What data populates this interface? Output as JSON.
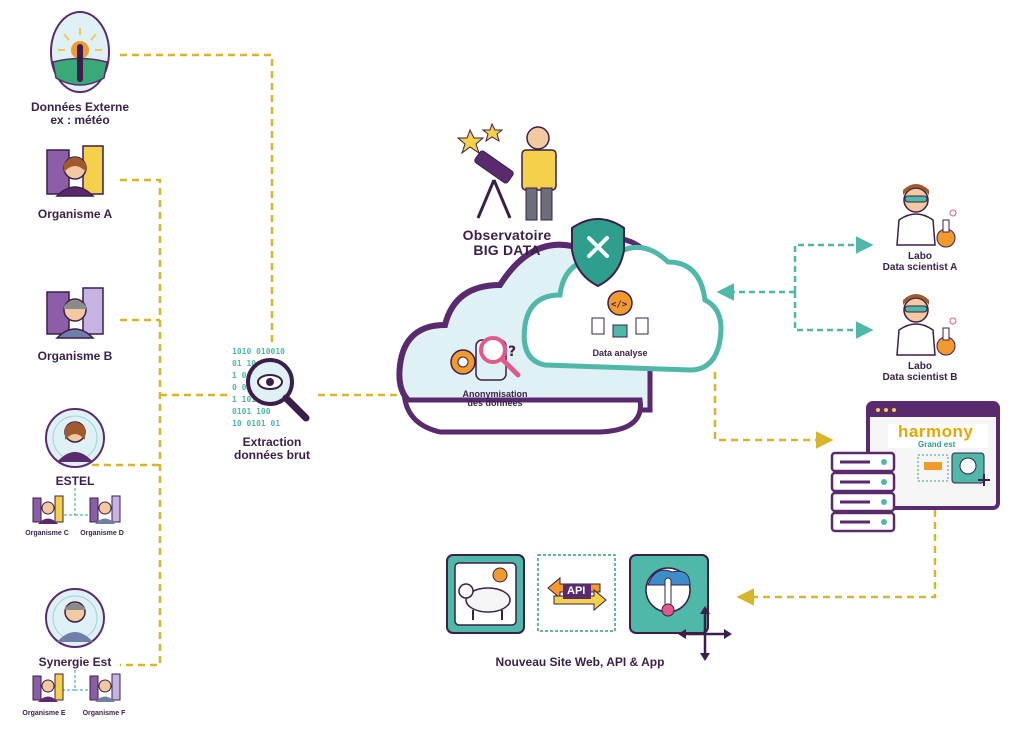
{
  "sources": {
    "externe": {
      "line1": "Données Externe",
      "line2": "ex : météo"
    },
    "organisme_a": "Organisme A",
    "organisme_b": "Organisme B",
    "estel": "ESTEL",
    "organisme_c": "Organisme C",
    "organisme_d": "Organisme D",
    "synergie": "Synergie Est",
    "organisme_e": "Organisme E",
    "organisme_f": "Organisme F"
  },
  "extraction": {
    "line1": "Extraction",
    "line2": "données brut"
  },
  "observatoire": {
    "line1": "Observatoire",
    "line2": "BIG DATA"
  },
  "cloud": {
    "anonymisation": {
      "line1": "Anonymisation",
      "line2": "des données"
    },
    "data_analyse": "Data analyse"
  },
  "labs": {
    "a": {
      "line1": "Labo",
      "line2": "Data scientist A"
    },
    "b": {
      "line1": "Labo",
      "line2": "Data scientist B"
    }
  },
  "harmony": {
    "brand": "harmony",
    "sub": "Grand est"
  },
  "outputs": {
    "api": "API",
    "caption": "Nouveau Site Web, API & App"
  },
  "colors": {
    "purple": "#5a2a6e",
    "dark": "#3b1f4a",
    "teal": "#4fb8a8",
    "teal_dark": "#2e9e8e",
    "yellow": "#d9b52c",
    "orange": "#f29a2e",
    "sky": "#dff1f4"
  },
  "icons": {
    "sun_weather": "sun-thermometer-icon",
    "person_building": "person-building-icon",
    "person_globe": "person-globe-icon",
    "magnifier_binary": "magnifier-binary-icon",
    "telescope_person": "telescope-person-icon",
    "shield": "shield-x-icon",
    "scientist": "scientist-icon",
    "server": "server-rack-icon",
    "cow": "cow-icon",
    "thermometer_cloud": "thermometer-cloud-icon"
  }
}
